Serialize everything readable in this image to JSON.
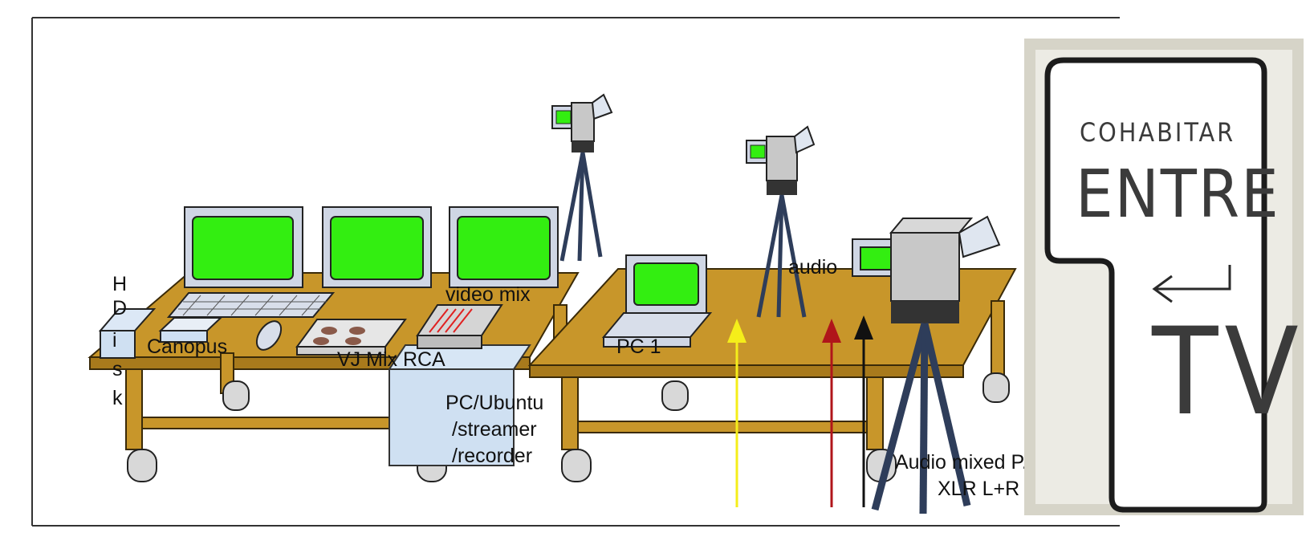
{
  "diagram": {
    "labels": {
      "hdisk_letters": [
        "H",
        "D",
        "i",
        "s",
        "k"
      ],
      "canopus": "Canopus",
      "vj_mix": "VJ Mix RCA",
      "video_mix": "video mix",
      "pc_ubuntu_line1": "PC/Ubuntu",
      "pc_ubuntu_line2": "/streamer",
      "pc_ubuntu_line3": "/recorder",
      "pc1": "PC 1",
      "audio": "audio",
      "audio_mixed_line1": "Audio mixed P.A.",
      "audio_mixed_line2": "XLR L+R"
    },
    "colors": {
      "screen_green": "#33ee11",
      "table_wood": "#c8962a",
      "arrow_yellow": "#f5ee1a",
      "arrow_red": "#b0151a",
      "arrow_black": "#111111"
    }
  },
  "logo": {
    "line1": "COHABITAR",
    "line2": "ENTRE",
    "line3": "TV",
    "arrow_icon": "return-arrow-icon"
  }
}
